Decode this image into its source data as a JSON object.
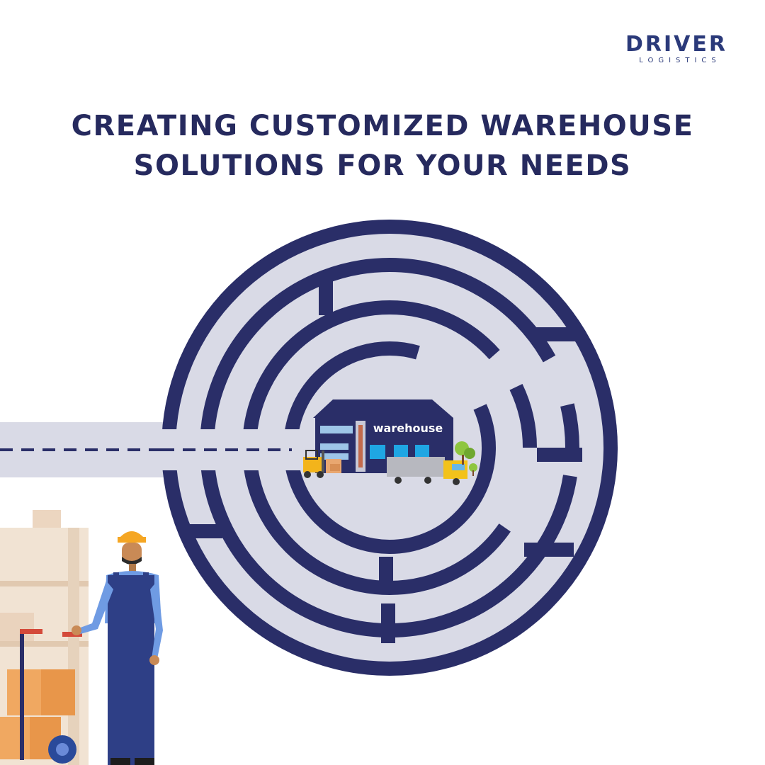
{
  "brand": {
    "name": "DRIVER",
    "subtitle": "LOGISTICS",
    "color": "#2b3a7a",
    "accent": "#d9302c"
  },
  "headline": {
    "line1": "CREATING CUSTOMIZED WAREHOUSE",
    "line2": "SOLUTIONS FOR YOUR NEEDS"
  },
  "illustration": {
    "building_sign": "warehouse",
    "maze_wall_color": "#2a2e68",
    "maze_path_color": "#d9dae6",
    "road_color": "#d9dae6"
  }
}
